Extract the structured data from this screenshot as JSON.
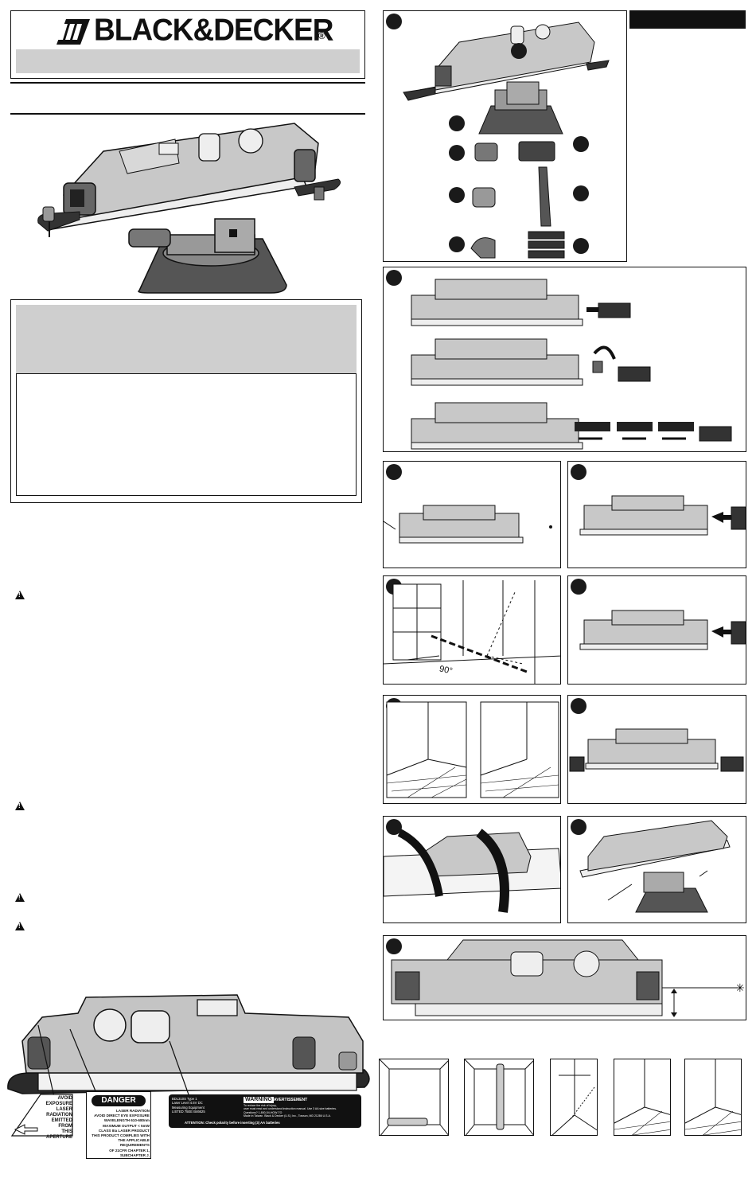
{
  "brand": {
    "name": "BLACK&DECKER",
    "registered": "®"
  },
  "labels": {
    "aperture": [
      "AVOID",
      "EXPOSURE",
      "LASER",
      "RADIATION",
      "EMITTED FROM",
      "THIS APERTURE"
    ],
    "danger_title": "DANGER",
    "danger_body": [
      "LASER RADIATION",
      "AVOID DIRECT EYE EXPOSURE",
      "WAVELENGTH 610-680nm",
      "MAXIMUM OUTPUT < 5mW",
      "CLASS IIIa LASER PRODUCT",
      "THIS PRODUCT COMPLIES WITH",
      "THE APPLICABLE REQUIREMENTS",
      "OF 21CFR CHAPTER 1,",
      "SUBCHAPTER J."
    ],
    "rating_left": [
      "BDL310S    Type 1",
      "Laser Level 4.5V DC",
      "Measuring Equipment",
      "LISTED 75EE  B46625"
    ],
    "rating_warning_title": "WARNING",
    "rating_warning_fr": "AVERTISSEMENT",
    "rating_warning_text": [
      "To reduce the risk of injury,",
      "user must read and understand instruction manual. Use 3 AA size batteries.",
      "Questions? 1-800-54-HOW-TO",
      "Made in Taiwan. Black & Decker (U.S.) Inc., Towson, MD 21286 U.S.A."
    ],
    "rating_attention": "ATTENTION: Check polarity before inserting (3) AA batteries",
    "angle_mark": "90°"
  },
  "icons": {
    "warning": "warning-triangle-icon",
    "laser": "laser-dot-icon"
  }
}
